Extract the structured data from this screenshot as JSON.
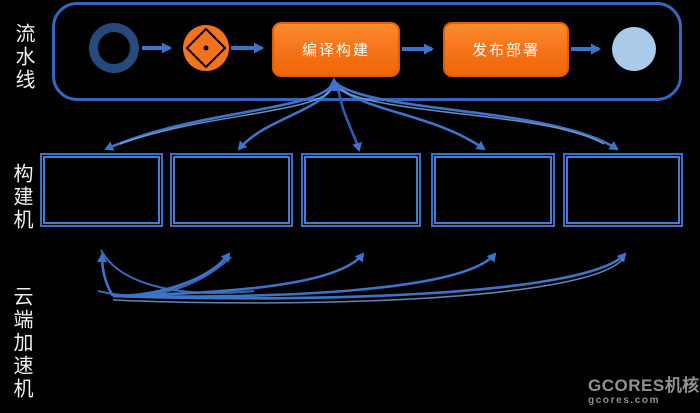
{
  "labels": {
    "pipeline": "流水线",
    "build_machine": "构建机",
    "cloud_accelerator": "云端加速机"
  },
  "pipeline": {
    "step1": "编译构建",
    "step2": "发布部署"
  },
  "watermark": {
    "brand": "GCORES",
    "brand_cn": "机核",
    "domain": "gcores.com"
  },
  "colors": {
    "background": "#000000",
    "arrow_blue": "#3e74c8",
    "arrow_blue_light": "#7aa6df",
    "container_blue": "#3566bd",
    "navy_ring": "#274a7c",
    "node_orange": "#f2731e",
    "box_orange_top": "#fc8b2d",
    "box_orange_bottom": "#f06503",
    "end_circle_blue": "#a9cbe9",
    "label_text": "#f0f0f0",
    "watermark_gray": "#8f9194"
  }
}
